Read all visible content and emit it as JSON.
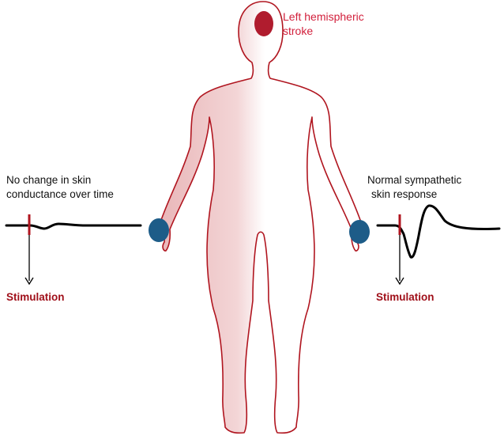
{
  "diagram": {
    "stroke_label": [
      "Left hemispheric",
      "stroke"
    ],
    "left_caption": [
      "No change in skin",
      "conductance over time"
    ],
    "right_caption": [
      "Normal sympathetic",
      "skin response"
    ],
    "left_stimulation": "Stimulation",
    "right_stimulation": "Stimulation"
  },
  "colors": {
    "body_outline": "#b0151f",
    "lesion": "#b01c2e",
    "stroke_text": "#d2203c",
    "stimulation_text": "#a0101a",
    "stimulus_marker": "#b0151f",
    "electrode": "#1d5c88",
    "trace": "#000000"
  }
}
